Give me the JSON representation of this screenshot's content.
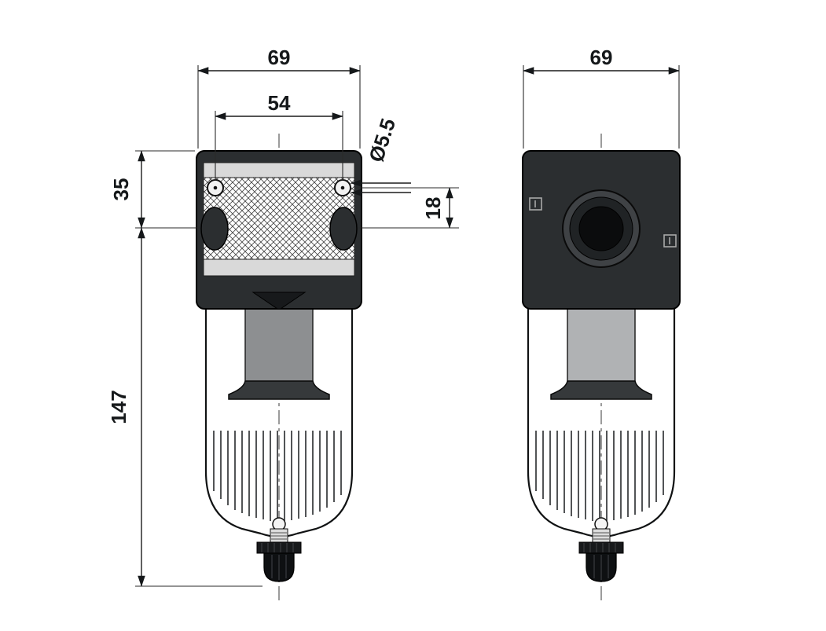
{
  "front_view": {
    "dims": {
      "overall_width": "69",
      "mounting_hole_spacing": "54",
      "mounting_hole_diameter": "Ø5.5",
      "head_top_to_port_center": "35",
      "hole_center_to_port_center": "18",
      "port_center_to_drain_bottom": "147"
    }
  },
  "side_view": {
    "dims": {
      "overall_width": "69"
    }
  },
  "colors": {
    "line": "#15181a",
    "body_dark": "#2b2e30",
    "neck_gray": "#8d8f91",
    "band_light": "#d9d9d9",
    "background": "#ffffff"
  }
}
